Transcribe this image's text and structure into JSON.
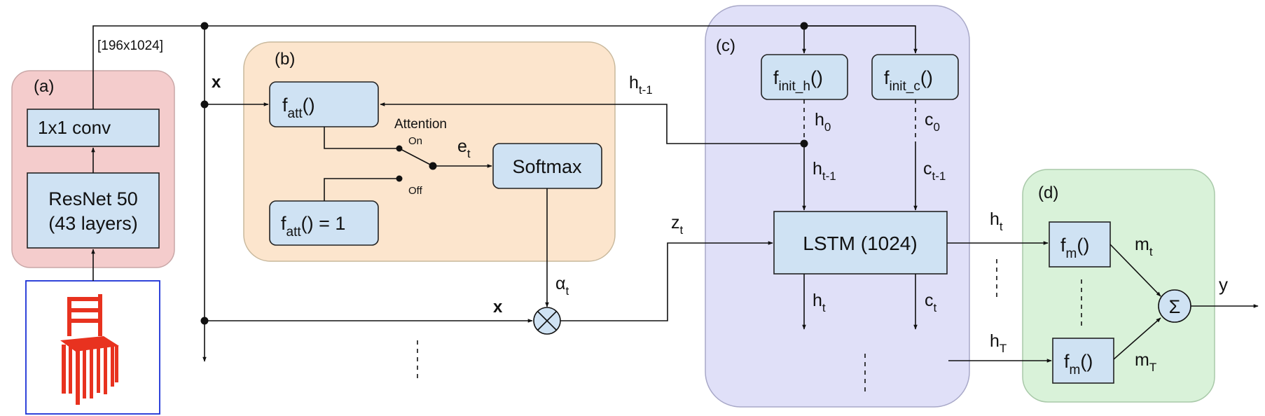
{
  "panels": {
    "a": {
      "label": "(a)",
      "color": "#f4cccc"
    },
    "b": {
      "label": "(b)",
      "color": "#fce5cd"
    },
    "c": {
      "label": "(c)",
      "color": "#e0e0f8"
    },
    "d": {
      "label": "(d)",
      "color": "#d9f2d9"
    }
  },
  "colors": {
    "box_fill": "#cfe2f3",
    "image_border": "#1a2fd6",
    "chair": "#e8321f"
  },
  "features_dim": "[196x1024]",
  "blocks": {
    "conv": "1x1 conv",
    "resnet_line1": "ResNet 50",
    "resnet_line2": "(43 layers)",
    "fatt_main": "f",
    "fatt_sub": "att",
    "fatt_tail": "()",
    "fatt1_main": "f",
    "fatt1_sub": "att",
    "fatt1_tail": "() = 1",
    "softmax": "Softmax",
    "finit_h_main": "f",
    "finit_h_sub": "init_h",
    "finit_h_tail": "()",
    "finit_c_main": "f",
    "finit_c_sub": "init_c",
    "finit_c_tail": "()",
    "lstm": "LSTM (1024)",
    "fm_top_main": "f",
    "fm_top_sub": "m",
    "fm_top_tail": "()",
    "fm_bot_main": "f",
    "fm_bot_sub": "m",
    "fm_bot_tail": "()",
    "sum": "Σ"
  },
  "switch": {
    "title": "Attention",
    "on": "On",
    "off": "Off"
  },
  "signals": {
    "x_top": "x",
    "x_bottom": "x",
    "h_prev_main": "h",
    "h_prev_sub": "t-1",
    "e_main": "e",
    "e_sub": "t",
    "alpha_main": "α",
    "alpha_sub": "t",
    "z_main": "z",
    "z_sub": "t",
    "h0_main": "h",
    "h0_sub": "0",
    "c0_main": "c",
    "c0_sub": "0",
    "h_in_main": "h",
    "h_in_sub": "t-1",
    "c_in_main": "c",
    "c_in_sub": "t-1",
    "h_out_main": "h",
    "h_out_sub": "t",
    "c_out_main": "c",
    "c_out_sub": "t",
    "ht_main": "h",
    "ht_sub": "t",
    "hT_main": "h",
    "hT_sub": "T",
    "mt_main": "m",
    "mt_sub": "t",
    "mT_main": "m",
    "mT_sub": "T",
    "y": "y"
  }
}
